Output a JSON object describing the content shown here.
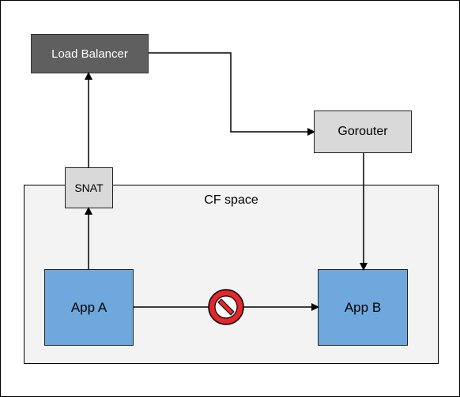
{
  "diagram": {
    "space_label": "CF space",
    "nodes": {
      "load_balancer": "Load Balancer",
      "gorouter": "Gorouter",
      "snat": "SNAT",
      "app_a": "App A",
      "app_b": "App B"
    },
    "edges": [
      {
        "from": "app_a",
        "to": "snat"
      },
      {
        "from": "snat",
        "to": "load_balancer"
      },
      {
        "from": "load_balancer",
        "to": "gorouter"
      },
      {
        "from": "gorouter",
        "to": "app_b"
      },
      {
        "from": "app_a",
        "to": "app_b",
        "blocked": true
      }
    ],
    "icons": {
      "blocked": "no-entry-icon"
    },
    "colors": {
      "load_balancer_fill": "#5f5f5f",
      "gray_node_fill": "#d9d9d9",
      "app_fill": "#6fa8dc",
      "space_fill": "#f3f3f3",
      "blocked_red": "#e5262b"
    }
  }
}
